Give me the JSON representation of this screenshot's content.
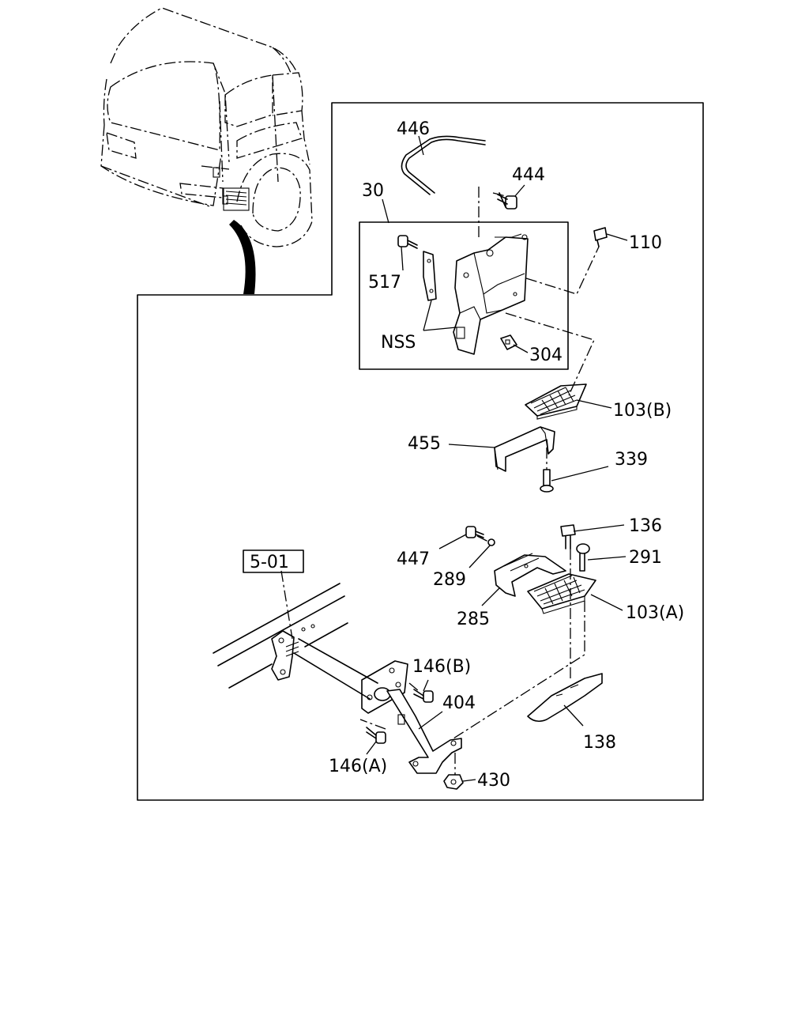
{
  "callouts": {
    "c446": "446",
    "c444": "444",
    "c30": "30",
    "c110": "110",
    "c517": "517",
    "cNSS": "NSS",
    "c304": "304",
    "c103B": "103(B)",
    "c455": "455",
    "c339": "339",
    "c136": "136",
    "c291": "291",
    "c447": "447",
    "c289": "289",
    "c285": "285",
    "c103A": "103(A)",
    "c501": "5-01",
    "c146B": "146(B)",
    "c404": "404",
    "c138": "138",
    "c146A": "146(A)",
    "c430": "430"
  }
}
